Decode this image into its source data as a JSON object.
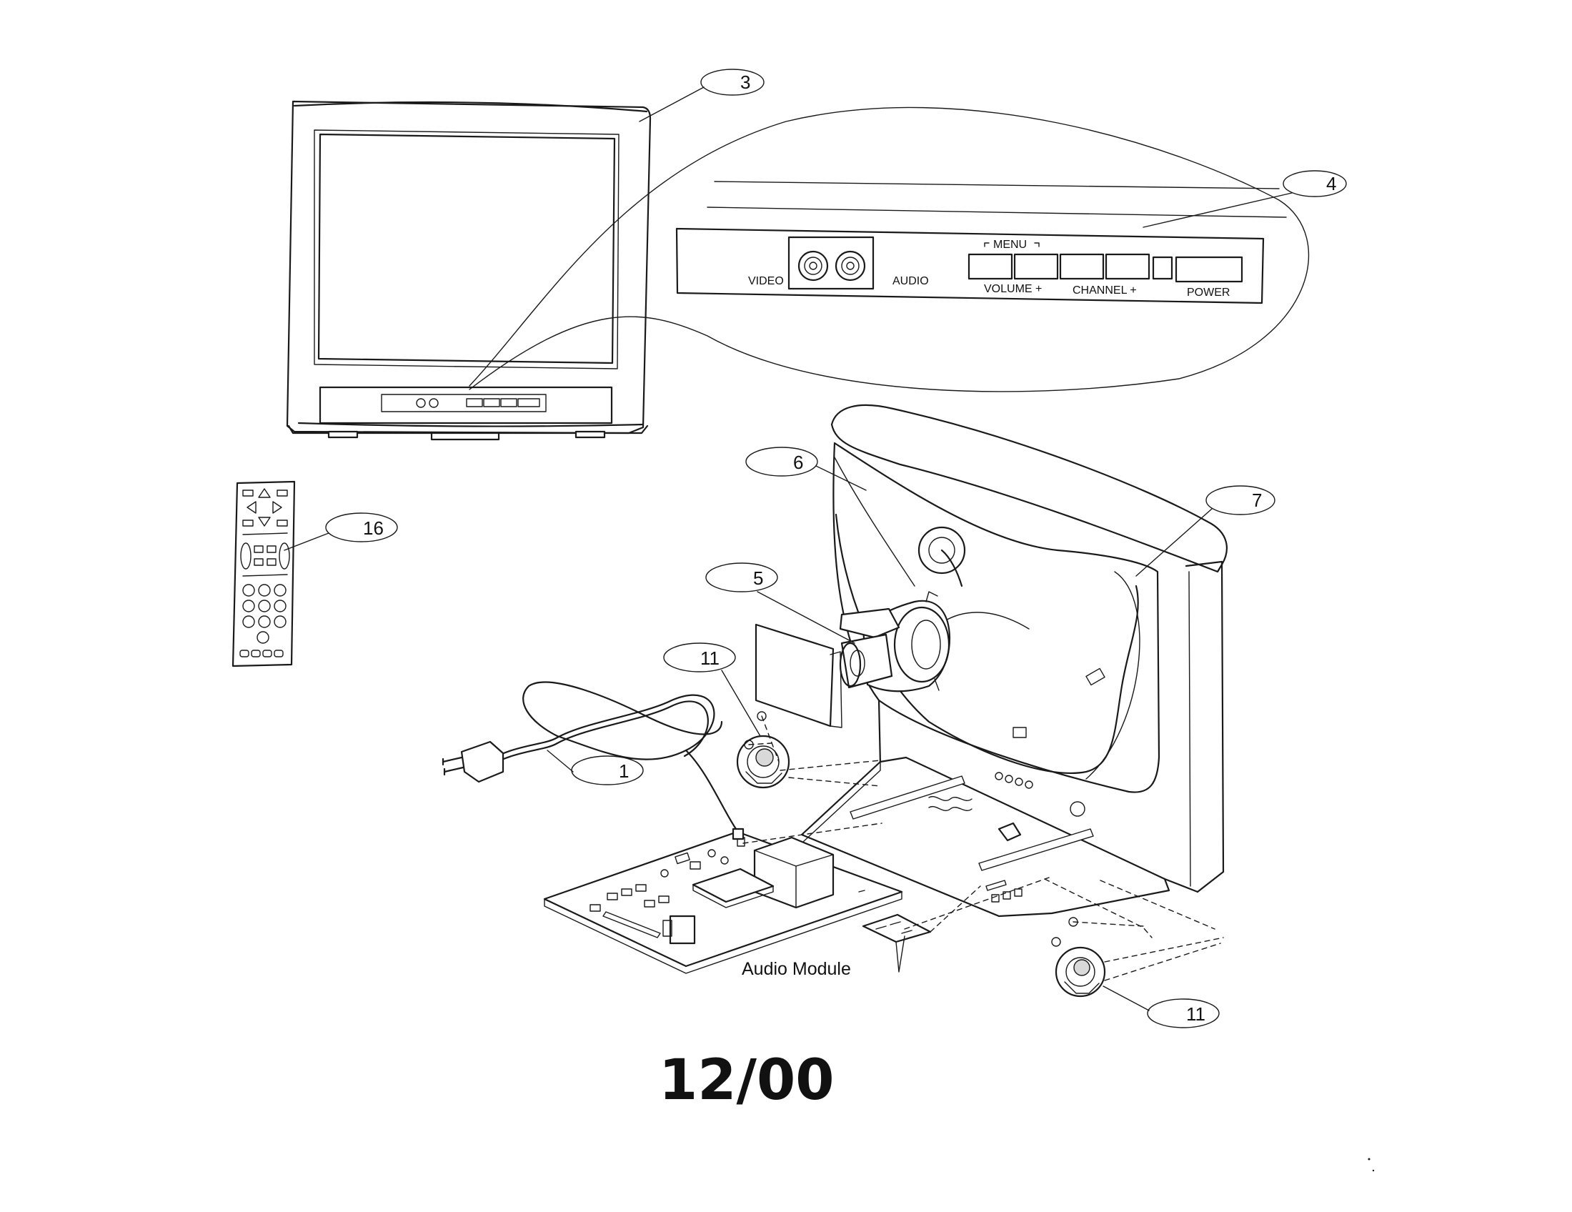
{
  "callouts": {
    "c3": "3",
    "c4": "4",
    "c5": "5",
    "c6": "6",
    "c7": "7",
    "c16": "16",
    "c11a": "11",
    "c11b": "11",
    "c1": "1"
  },
  "front_panel": {
    "video_label": "VIDEO",
    "audio_label": "AUDIO",
    "menu_label": "MENU",
    "volume_label": "VOLUME +",
    "channel_label": "CHANNEL +",
    "power_label": "POWER"
  },
  "labels": {
    "audio_module": "Audio Module"
  },
  "footer": {
    "date_code": "12/00"
  }
}
